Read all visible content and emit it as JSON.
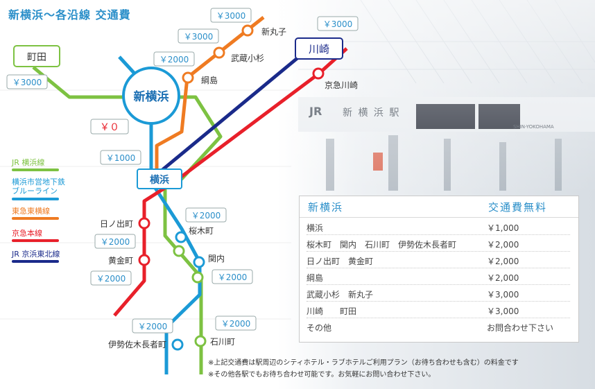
{
  "title": "新横浜～各沿線 交通費",
  "colors": {
    "jr_yokohama": "#7dc242",
    "blue_line": "#1b9ad6",
    "toyoko": "#ef7b22",
    "keikyu": "#e8202a",
    "keihin_tohoku": "#1a2a8a",
    "title": "#2b8fc9",
    "fare_red": "#e8202a"
  },
  "stations": {
    "shin_yokohama": "新横浜",
    "yokohama": "横浜",
    "machida": "町田",
    "kawasaki": "川崎"
  },
  "station_labels": {
    "shinmaruko": "新丸子",
    "musashi_kosugi": "武蔵小杉",
    "tsunashima": "綱島",
    "keikyu_kawasaki": "京急川崎",
    "hinodecho": "日ノ出町",
    "koganecho": "黄金町",
    "sakuragicho": "桜木町",
    "kannai": "関内",
    "isezakichojamachi": "伊勢佐木長者町",
    "ishikawacho": "石川町"
  },
  "fares": {
    "zero": "￥０",
    "machida": "￥3000",
    "shinmaruko": "￥3000",
    "musashi_kosugi": "￥3000",
    "tsunashima": "￥2000",
    "kawasaki": "￥3000",
    "yokohama": "￥1000",
    "sakuragicho": "￥2000",
    "hinodecho": "￥2000",
    "kannai": "￥2000",
    "koganecho": "￥2000",
    "isezakichojamachi": "￥2000",
    "ishikawacho": "￥2000"
  },
  "legend": [
    {
      "label": "JR 横浜線",
      "color": "#7dc242"
    },
    {
      "label": "横浜市営地下鉄\nブルーライン",
      "color": "#1b9ad6"
    },
    {
      "label": "東急東横線",
      "color": "#ef7b22"
    },
    {
      "label": "京急本線",
      "color": "#e8202a"
    },
    {
      "label": "JR 京浜東北線",
      "color": "#1a2a8a"
    }
  ],
  "photo_signs": {
    "jr_logo": "JR",
    "station_name": "新 横 浜 駅",
    "english_name": "SHIN-YOKOHAMA"
  },
  "fare_table": {
    "header_left": "新横浜",
    "header_right": "交通費無料",
    "rows": [
      {
        "dest": "横浜",
        "fare": "￥1,000"
      },
      {
        "dest": "桜木町　関内　石川町　伊勢佐木長者町",
        "fare": "￥2,000"
      },
      {
        "dest": "日ノ出町　黄金町",
        "fare": "￥2,000"
      },
      {
        "dest": "綱島",
        "fare": "￥2,000"
      },
      {
        "dest": "武蔵小杉　新丸子",
        "fare": "￥3,000"
      },
      {
        "dest": "川崎　　町田",
        "fare": "￥3,000"
      },
      {
        "dest": "その他",
        "fare": "お問合わせ下さい"
      }
    ]
  },
  "notes": [
    "※上記交通費は駅周辺のシティホテル・ラブホテルご利用プラン（お待ち合わせも含む）の料金です",
    "※その他各駅でもお待ち合わせ可能です。お気軽にお問い合わせ下さい。"
  ]
}
